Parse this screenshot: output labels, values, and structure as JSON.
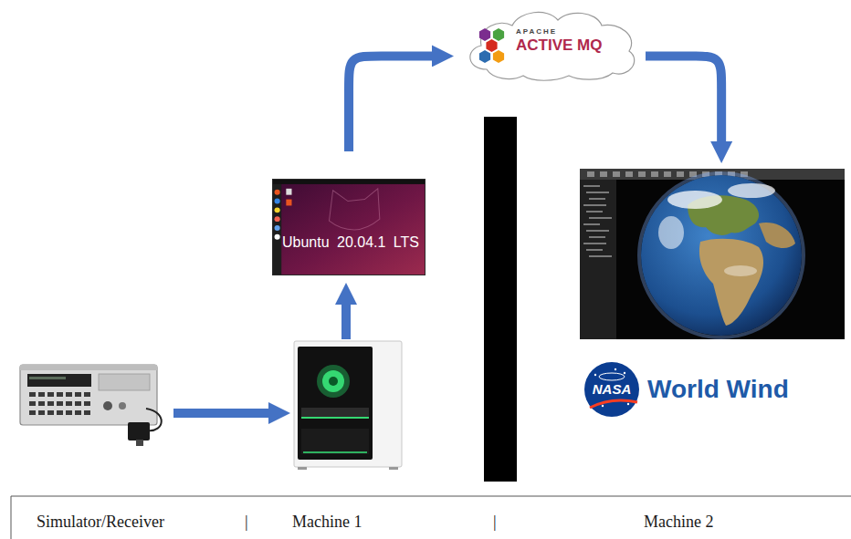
{
  "diagram": {
    "nodes": [
      {
        "text": [
          "Ubuntu 20.04.1 LTS"
        ]
      },
      {
        "text": [
          "APACHE",
          "ACTIVE MQ"
        ]
      },
      {
        "text": [
          "NASA",
          "World Wind"
        ]
      }
    ],
    "edges": [
      {
        "from": 0,
        "to": 1,
        "arrow": "to"
      },
      {
        "from": 1,
        "to": 2,
        "arrow": "to"
      }
    ],
    "labels": [
      "Simulator/Receiver",
      "|",
      "Machine 1",
      "|",
      "Machine 2"
    ]
  }
}
